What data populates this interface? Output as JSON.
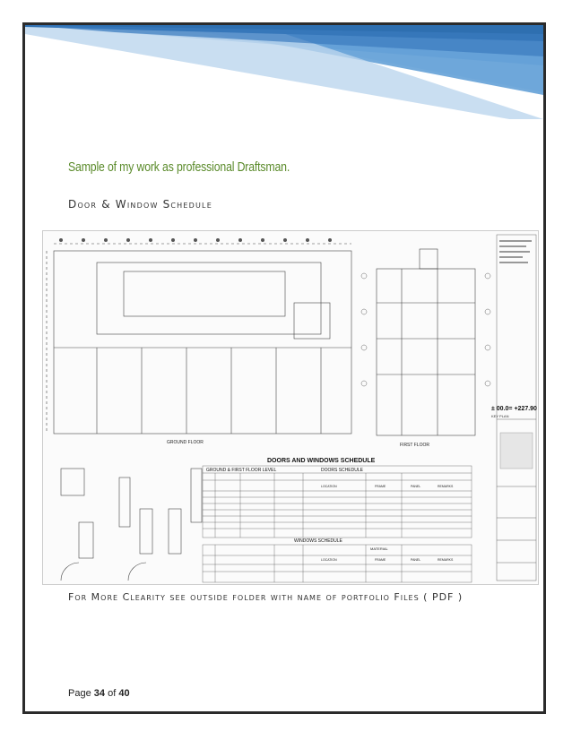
{
  "page": {
    "subtitle": "Sample of my work as professional Draftsman.",
    "heading": "Door & Window Schedule",
    "note": "For More Clearity see outside folder with name of portfolio Files ( PDF )",
    "footer": {
      "prefix": "Page",
      "current": "34",
      "of": "of",
      "total": "40"
    }
  },
  "drawing": {
    "ground_floor_label": "GROUND FLOOR",
    "first_floor_label": "FIRST FLOOR",
    "schedule_title": "DOORS AND WINDOWS SCHEDULE",
    "ground_first_label": "GROUND & FIRST FLOOR LEVEL",
    "doors_schedule_label": "DOORS SCHEDULE",
    "windows_schedule_label": "WINDOWS SCHEDULE",
    "location_label": "LOCATION",
    "material_label": "MATERIAL",
    "frame_label": "FRAME",
    "panel_label": "PANEL",
    "remarks_label": "REMARKS",
    "level_label": "± 00.0= +227.90",
    "key_plan_label": "KEY PLAN"
  },
  "colors": {
    "subtitle": "#5a8a2a",
    "banner_dark": "#3a7bbf",
    "banner_light": "#bcd6ee",
    "frame": "#2b2b2b"
  }
}
